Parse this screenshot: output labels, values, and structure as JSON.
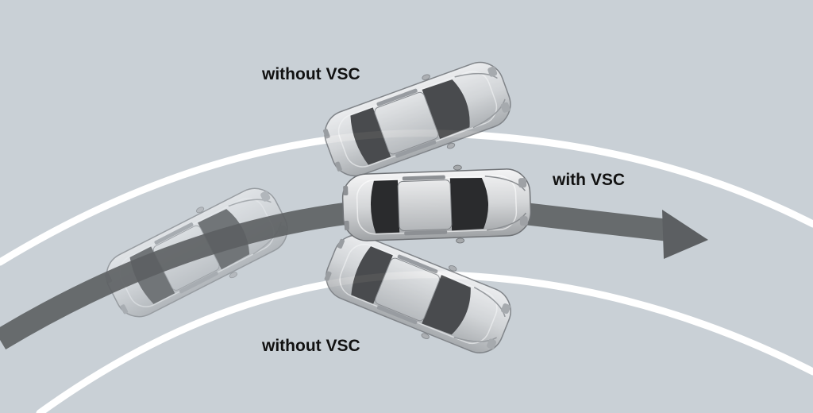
{
  "labels": {
    "without_top": "without VSC",
    "with": "with VSC",
    "without_bottom": "without VSC"
  },
  "colors": {
    "road": "#c9d0d6",
    "lane_line": "#ffffff",
    "path_arrow": "#5c5f62",
    "car_body_light": "#e2e3e4",
    "car_body_dark": "#b9bbbd",
    "car_glass": "#2a2b2d"
  },
  "icons": [
    "car-ghost-icon",
    "car-skid-outward-icon",
    "car-skid-inward-icon",
    "car-with-vsc-icon",
    "path-arrow-icon"
  ]
}
